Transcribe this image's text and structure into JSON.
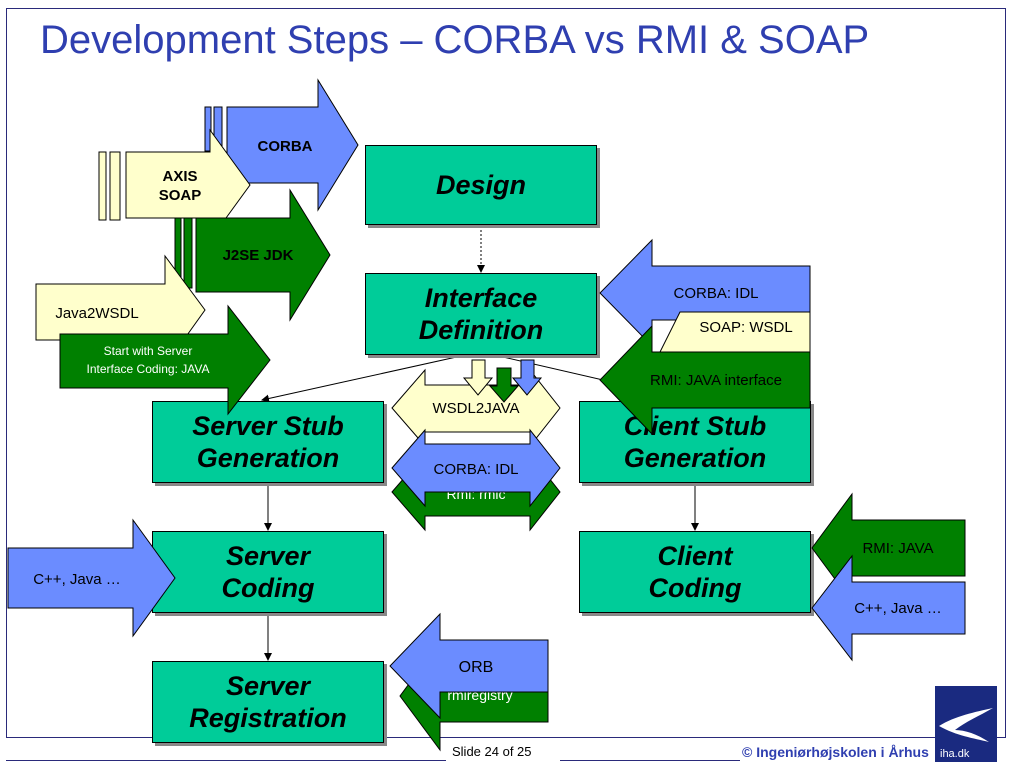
{
  "title": "Development Steps – CORBA vs RMI & SOAP",
  "boxes": {
    "design": "Design",
    "interface": "Interface\nDefinition",
    "server_stub": "Server Stub\nGeneration",
    "client_stub": "Client Stub\nGeneration",
    "server_coding": "Server\nCoding",
    "client_coding": "Client\nCoding",
    "server_registration": "Server\nRegistration"
  },
  "arrows": {
    "corba": "CORBA",
    "axis_soap_line1": "AXIS",
    "axis_soap_line2": "SOAP",
    "j2se": "J2SE JDK",
    "java2wsdl": "Java2WSDL",
    "start_server_line1": "Start with Server",
    "start_server_line2": "Interface Coding: JAVA",
    "corba_idl_right": "CORBA: IDL",
    "soap_wsdl": "SOAP: WSDL",
    "rmi_java_interface": "RMI: JAVA interface",
    "wsdl2java": "WSDL2JAVA",
    "corba_idl_mid": "CORBA: IDL",
    "rmic": "Rmi: rmic",
    "cpp_java_left": "C++, Java …",
    "rmi_java": "RMI: JAVA",
    "cpp_java_right": "C++, Java …",
    "orb": "ORB",
    "rmiregistry": "rmiregistry"
  },
  "footer": {
    "slide": "Slide 24 of 25",
    "copyright": "© Ingeniørhøjskolen i Århus",
    "logo_text": "iha.dk"
  },
  "colors": {
    "box": "#00cc99",
    "corba_blue": "#6b8cff",
    "rmi_green": "#008000",
    "soap_cream": "#ffffcc",
    "title_blue": "#2f3fb0"
  }
}
